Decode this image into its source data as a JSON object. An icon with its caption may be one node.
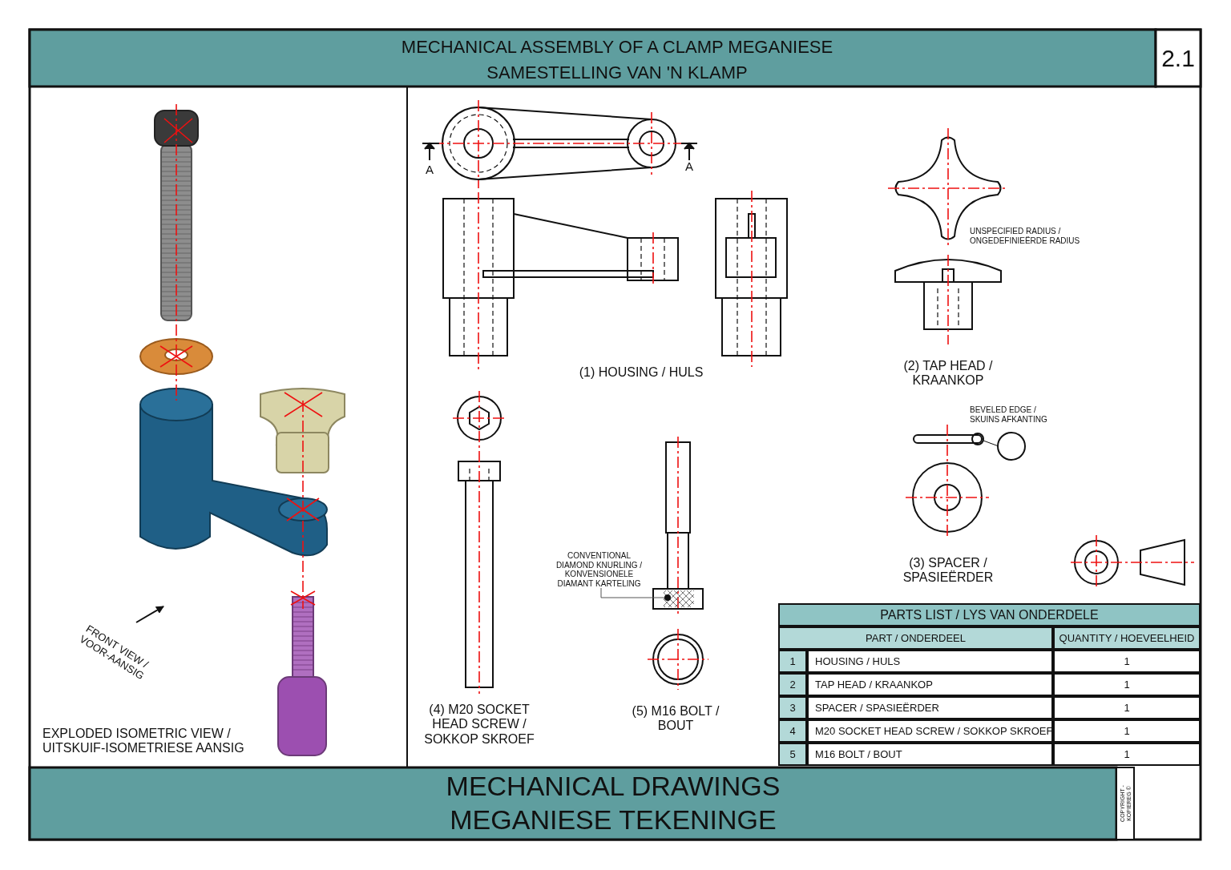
{
  "diagram": {
    "title": "MECHANICAL ASSEMBLY OF A CLAMP MEGANIESE SAMESTELLING VAN 'N KLAMP",
    "caption": "MECHANICAL DRAWINGS MEGANIESE TEKENINGE",
    "nodes": [
      {
        "text": [
          "CONVENTIONAL DIAMOND KNURLING / KONVENSIONELE DIAMANT KARTELING"
        ]
      },
      {
        "text": [],
        "shape": "box"
      }
    ],
    "edges": [
      {
        "from": 0,
        "to": 1,
        "arrow": "other"
      }
    ],
    "labels": [
      "2.1",
      "A",
      "A",
      "UNSPECIFIED RADIUS / ONGEDEFINIEËRDE RADIUS",
      "(1) HOUSING / HULS",
      "(2) TAP HEAD / KRAANKOP",
      "BEVELED EDGE / SKUINS AFKANTING",
      "(3) SPACER / SPASIEËRDER",
      "FRONT VIEW / VOOR-AANSIG",
      "EXPLODED ISOMETRIC VIEW / UITSKUIF-ISOMETRIESE AANSIG",
      "(4) M20 SOCKET HEAD SCREW / SOKKOP SKROEF",
      "(5) M16 BOLT / BOUT",
      "PARTS LIST / LYS VAN ONDERDELE",
      "PART / ONDERDEEL",
      "QUANTITY / HOEVEELHEID",
      "1",
      "HOUSING / HULS",
      "1",
      "2",
      "TAP HEAD / KRAANKOP",
      "1",
      "3",
      "SPACER / SPASIEËRDER",
      "1",
      "4",
      "M20 SOCKET HEAD SCREW / SOKKOP SKROEF",
      "1",
      "5",
      "M16 BOLT / BOUT",
      "1",
      "COPYRIGHT - KOPIEREG ©"
    ]
  }
}
